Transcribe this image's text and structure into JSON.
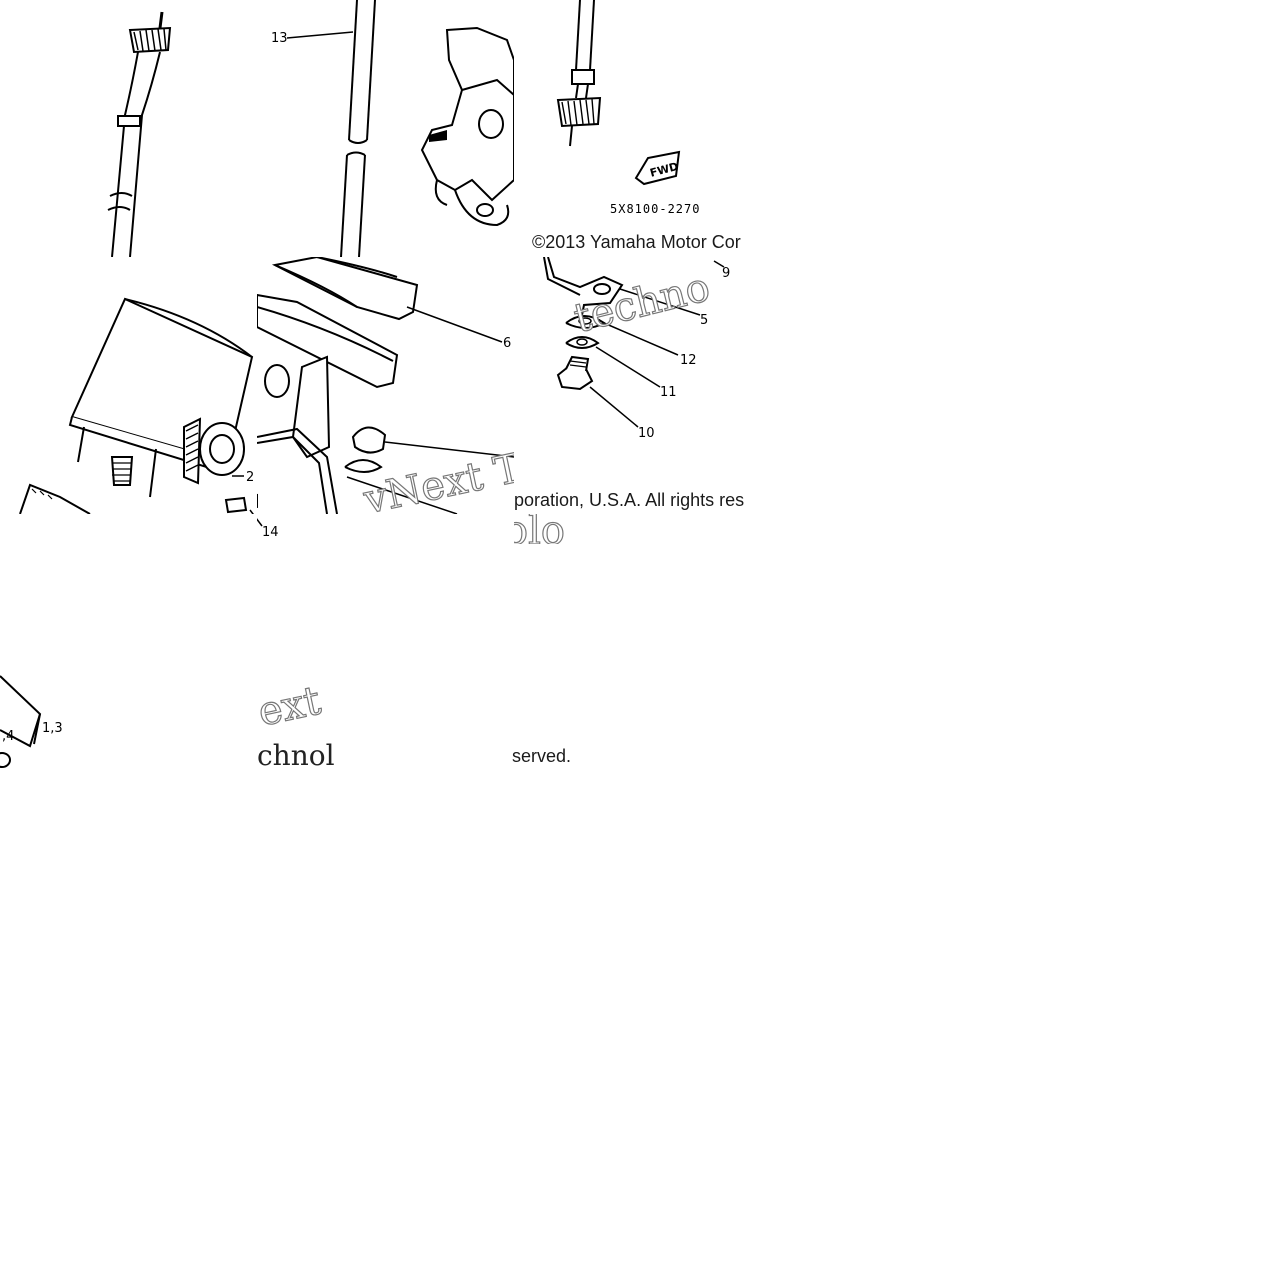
{
  "diagram": {
    "callouts": {
      "c13": "13",
      "c6": "6",
      "c2": "2",
      "c14": "14",
      "c9": "9",
      "c5": "5",
      "c12": "12",
      "c11": "11",
      "c10": "10",
      "c13b": "1,3",
      "c4": ",4"
    },
    "part_code": "5X8100-2270",
    "fwd_label": "FWD",
    "copyright_line1": "©2013 Yamaha Motor Cor",
    "copyright_line2": "poration, U.S.A. All rights res",
    "copyright_line3": "served.",
    "watermark_1": "vNext Te",
    "watermark_2": "techno",
    "watermark_3": "ext",
    "watermark_4": "chnol",
    "watermark_5": "olo"
  }
}
